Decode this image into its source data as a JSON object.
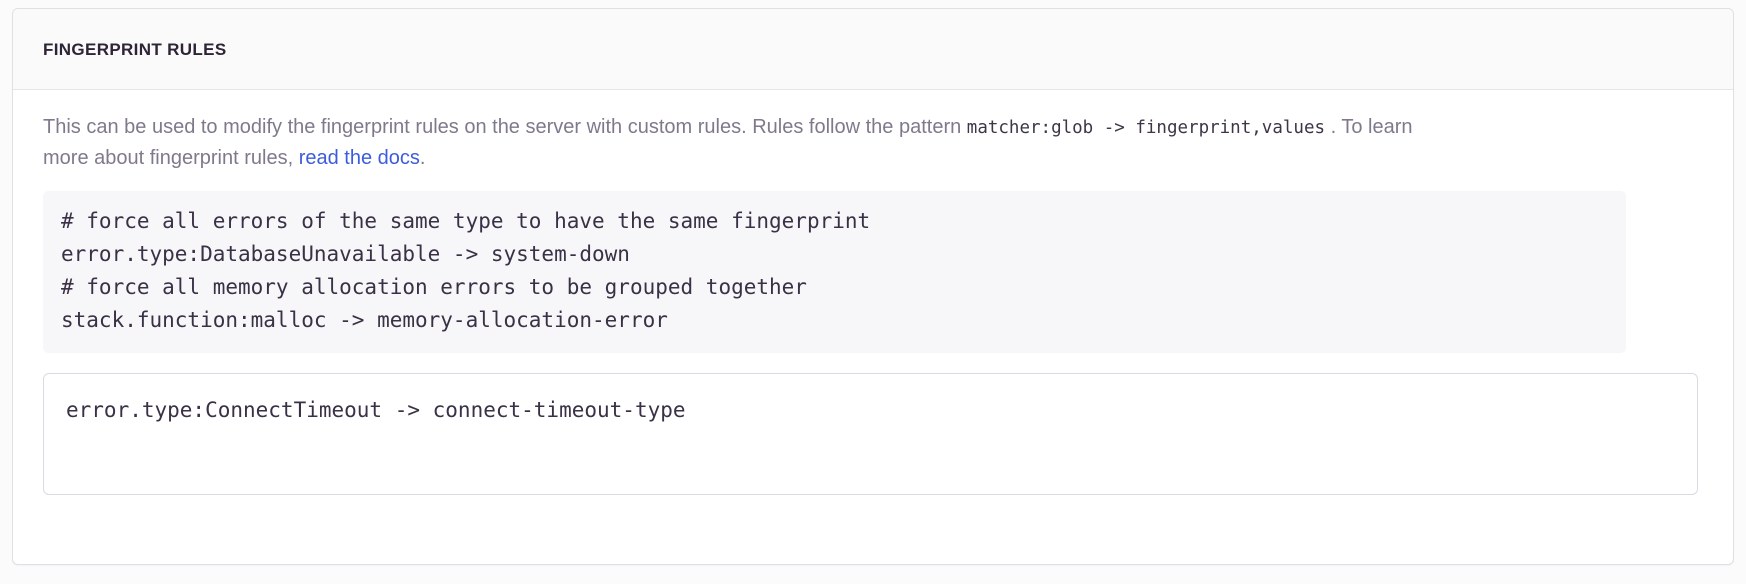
{
  "panel": {
    "title": "FINGERPRINT RULES",
    "description": {
      "part1": "This can be used to modify the fingerprint rules on the server with custom rules. Rules follow the pattern ",
      "code1": "matcher:glob -> fingerprint,",
      "code2": "values",
      "part2": " . To learn more about fingerprint rules, ",
      "link_text": "read the docs",
      "part3": "."
    },
    "example_code": [
      "# force all errors of the same type to have the same fingerprint",
      "error.type:DatabaseUnavailable -> system-down",
      "# force all memory allocation errors to be grouped together",
      "stack.function:malloc -> memory-allocation-error"
    ],
    "rules_input": {
      "value": "error.type:ConnectTimeout -> connect-timeout-type",
      "placeholder": ""
    }
  },
  "colors": {
    "link": "#3c5cdd",
    "body_text": "#80798c",
    "heading": "#2f2436",
    "code_text": "#3a3146",
    "code_bg": "#f7f7f9",
    "panel_border": "#e0dfe6",
    "header_bg": "#fafafb",
    "page_bg": "#fbfbfc"
  }
}
